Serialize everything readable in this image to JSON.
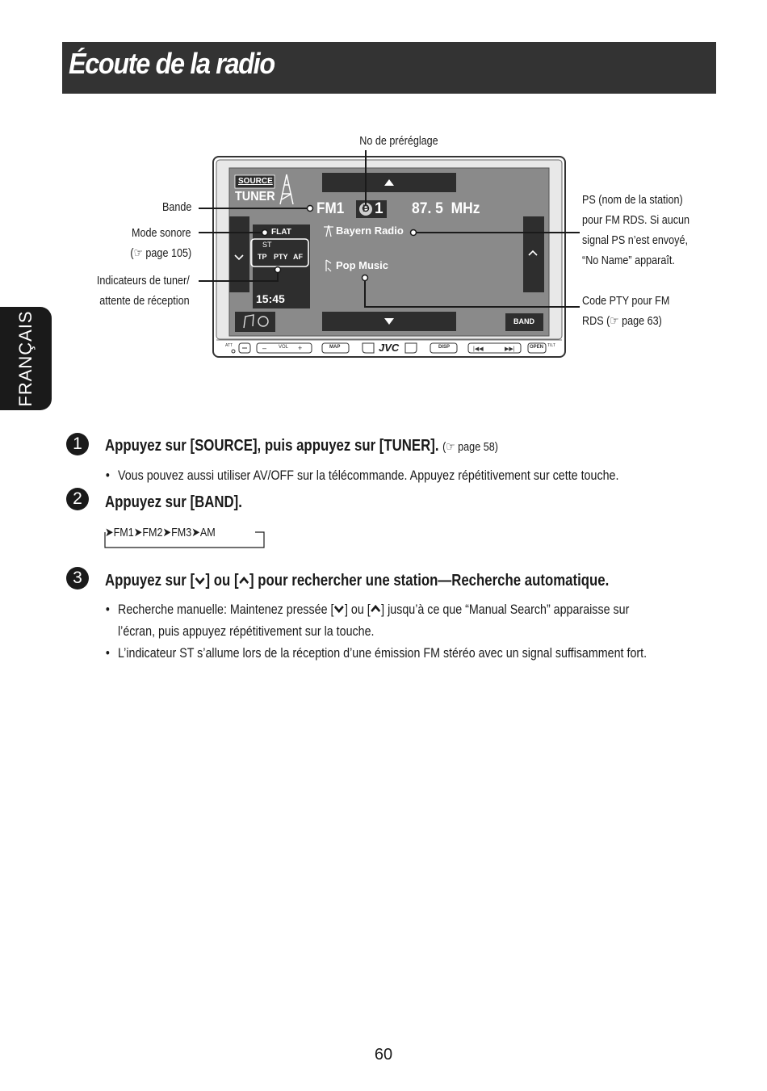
{
  "header": {
    "title": "Écoute de la radio"
  },
  "side_tab": {
    "label": "FRANÇAIS"
  },
  "diagram": {
    "preset_label": "No de préréglage",
    "band_label": "Bande",
    "sound_mode_label": "Mode sonore",
    "sound_mode_ref": "(☞ page 105)",
    "tuner_indicators_label_1": "Indicateurs de tuner/",
    "tuner_indicators_label_2": "attente de réception",
    "ps_label_1": "PS (nom de la station)",
    "ps_label_2": "pour FM RDS. Si aucun",
    "ps_label_3": "signal PS n’est envoyé,",
    "ps_label_4": "“No Name” apparaît.",
    "pty_label_1": "Code PTY pour FM",
    "pty_label_2": "RDS (☞ page 63)",
    "screen": {
      "source_btn": "SOURCE",
      "tuner": "TUNER",
      "band": "FM1",
      "preset_badge": "P",
      "preset_number": "1",
      "frequency": "87. 5  MHz",
      "sound_mode": "FLAT",
      "st": "ST",
      "tp": "TP",
      "pty": "PTY",
      "af": "AF",
      "clock": "15:45",
      "station": "Bayern Radio",
      "pty_code": "Pop Music",
      "band_btn": "BAND"
    },
    "panel": {
      "att": "ATT",
      "vol": "VOL",
      "map": "MAP",
      "brand": "JVC",
      "disp": "DISP",
      "open": "OPEN",
      "tilt": "TILT"
    }
  },
  "steps": [
    {
      "number": "1",
      "title": "Appuyez sur [SOURCE], puis appuyez sur [TUNER].",
      "ref": "(☞ page 58)",
      "bullets": [
        "Vous pouvez aussi utiliser AV/OFF sur la télécommande. Appuyez répétitivement sur cette touche."
      ]
    },
    {
      "number": "2",
      "title": "Appuyez sur [BAND].",
      "sequence": [
        "FM1",
        "FM2",
        "FM3",
        "AM"
      ]
    },
    {
      "number": "3",
      "title_a": "Appuyez sur [",
      "title_b": "] ou [",
      "title_c": "] pour rechercher une station—Recherche automatique.",
      "bullet1_a": "Recherche manuelle: Maintenez pressée [",
      "bullet1_b": "] ou [",
      "bullet1_c": "] jusqu’à ce que “Manual Search” apparaisse sur",
      "bullet1_line2": "l’écran, puis appuyez répétitivement sur la touche.",
      "bullet2": "L’indicateur ST s’allume lors de la réception d’une émission FM stéréo avec un signal suffisamment fort."
    }
  ],
  "footer": {
    "page_number": "60"
  }
}
